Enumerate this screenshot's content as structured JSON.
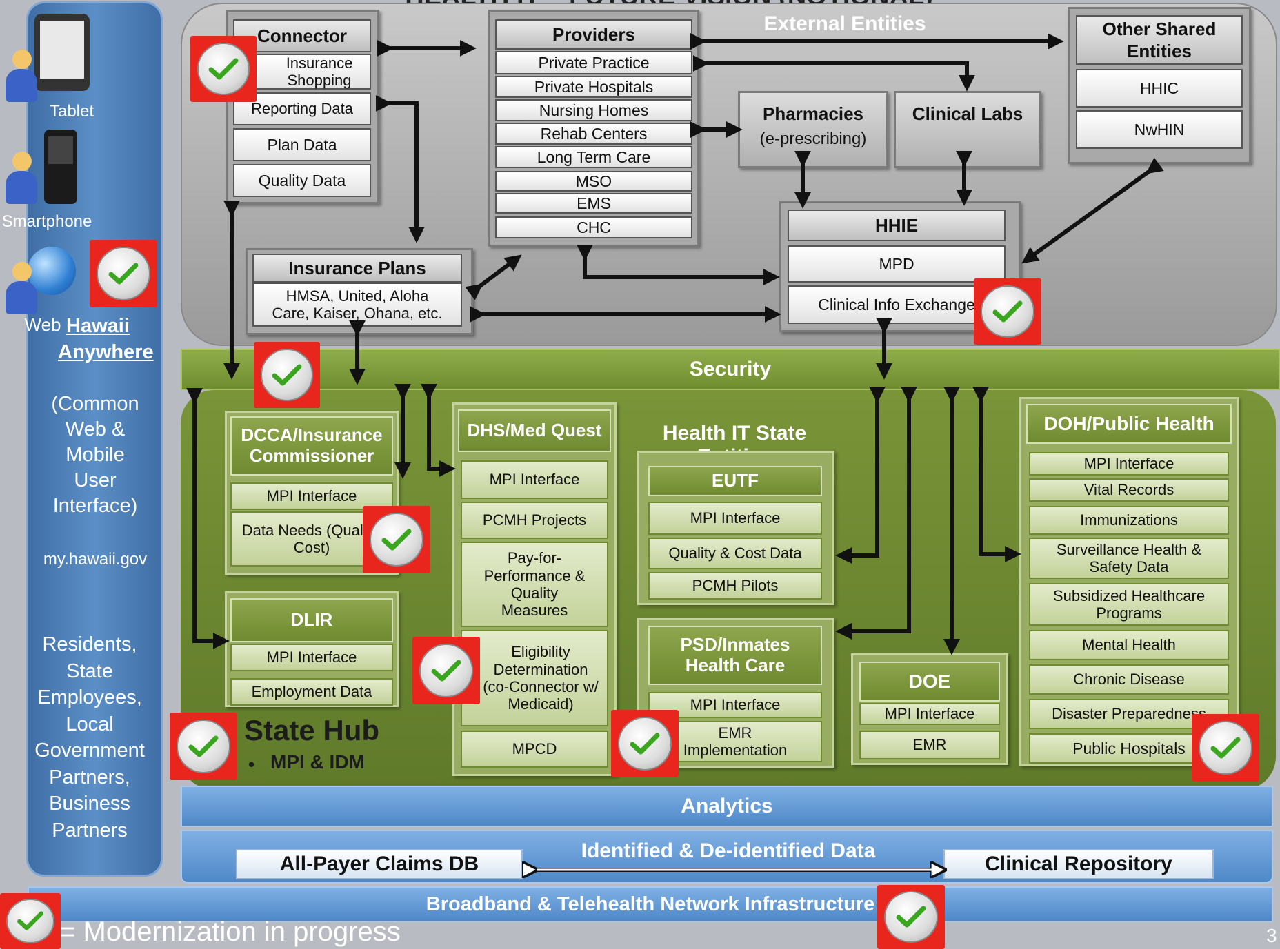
{
  "title": "HEALTH IT – FUTURE VISION (NOTIONAL)",
  "left_panel": {
    "devices": [
      {
        "label": "Tablet",
        "icon": "tablet-icon"
      },
      {
        "label": "Smartphone",
        "icon": "smartphone-icon"
      }
    ],
    "web_prefix": "Web",
    "web_link_line1": "Hawaii",
    "web_link_line2": "Anywhere",
    "interface_note": [
      "(Common",
      "Web &",
      "Mobile",
      "User",
      "Interface)"
    ],
    "site": "my.hawaii.gov",
    "audience": [
      "Residents,",
      "State",
      "Employees,",
      "Local",
      "Government",
      "Partners,",
      "Business",
      "Partners"
    ]
  },
  "external_entities_label": "External Entities",
  "connector": {
    "title": "Connector",
    "items": [
      "Insurance Shopping",
      "Reporting Data",
      "Plan Data",
      "Quality Data"
    ]
  },
  "providers": {
    "title": "Providers",
    "items": [
      "Private Practice",
      "Private Hospitals",
      "Nursing Homes",
      "Rehab Centers",
      "Long Term Care",
      "MSO",
      "EMS",
      "CHC"
    ]
  },
  "other_shared": {
    "title": "Other Shared Entities",
    "items": [
      "HHIC",
      "NwHIN"
    ]
  },
  "pharmacies": {
    "title": "Pharmacies",
    "subtitle": "(e-prescribing)"
  },
  "clinical_labs": {
    "title": "Clinical Labs"
  },
  "hhie": {
    "title": "HHIE",
    "items": [
      "MPD",
      "Clinical Info Exchange"
    ]
  },
  "insurance_plans": {
    "title": "Insurance Plans",
    "line1": "HMSA, United, Aloha",
    "line2": "Care, Kaiser, Ohana, etc."
  },
  "security_label": "Security",
  "state_entities_label": "Health IT State Entities",
  "dcca": {
    "title": "DCCA/Insurance Commissioner",
    "items": [
      "MPI Interface",
      "Data Needs (Quality, Cost)"
    ]
  },
  "dlir": {
    "title": "DLIR",
    "items": [
      "MPI Interface",
      "Employment Data"
    ]
  },
  "dhs": {
    "title": "DHS/Med Quest",
    "items": [
      "MPI Interface",
      "PCMH Projects",
      "Pay-for-Performance & Quality Measures",
      "Eligibility Determination (co-Connector w/ Medicaid)",
      "MPCD"
    ]
  },
  "eutf": {
    "title": "EUTF",
    "items": [
      "MPI Interface",
      "Quality & Cost Data",
      "PCMH Pilots"
    ]
  },
  "psd": {
    "title": "PSD/Inmates Health Care",
    "items": [
      "MPI Interface",
      "EMR Implementation"
    ]
  },
  "doe": {
    "title": "DOE",
    "items": [
      "MPI Interface",
      "EMR"
    ]
  },
  "doh": {
    "title": "DOH/Public Health",
    "items": [
      "MPI Interface",
      "Vital Records",
      "Immunizations",
      "Surveillance Health & Safety Data",
      "Subsidized Healthcare Programs",
      "Mental Health",
      "Chronic Disease",
      "Disaster Preparedness",
      "Public Hospitals"
    ]
  },
  "state_hub": {
    "title": "State Hub",
    "bullet": "MPI & IDM"
  },
  "analytics_label": "Analytics",
  "data_band": {
    "left": "All-Payer Claims DB",
    "middle": "Identified & De-identified Data",
    "right": "Clinical Repository"
  },
  "broadband_label": "Broadband & Telehealth Network Infrastructure",
  "legend_text": "= Modernization in progress",
  "page_number": "3",
  "colors": {
    "check_border": "#e8261e",
    "green_region": "#6d8834",
    "blue_band": "#5a8fd0",
    "gray_region": "#b0b0b0"
  }
}
